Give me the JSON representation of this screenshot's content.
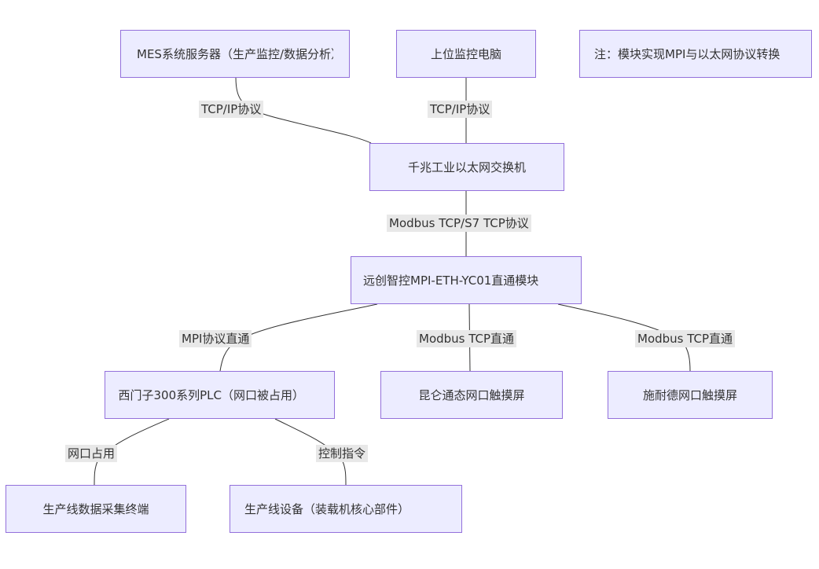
{
  "nodes": {
    "mes": "MES系统服务器（生产监控/数据分析）",
    "pc": "上位监控电脑",
    "note": "注：模块实现MPI与以太网协议转换",
    "switch": "千兆工业以太网交换机",
    "gateway": "远创智控MPI-ETH-YC01直通模块",
    "plc": "西门子300系列PLC（网口被占用）",
    "kunlun": "昆仑通态网口触摸屏",
    "schneider": "施耐德网口触摸屏",
    "terminal": "生产线数据采集终端",
    "equipment": "生产线设备（装载机核心部件）"
  },
  "edges": {
    "mes_switch": "TCP/IP协议",
    "pc_switch": "TCP/IP协议",
    "switch_gateway": "Modbus TCP/S7 TCP协议",
    "gateway_plc": "MPI协议直通",
    "gateway_kunlun": "Modbus TCP直通",
    "gateway_schneider": "Modbus TCP直通",
    "plc_terminal": "网口占用",
    "plc_equipment": "控制指令"
  }
}
